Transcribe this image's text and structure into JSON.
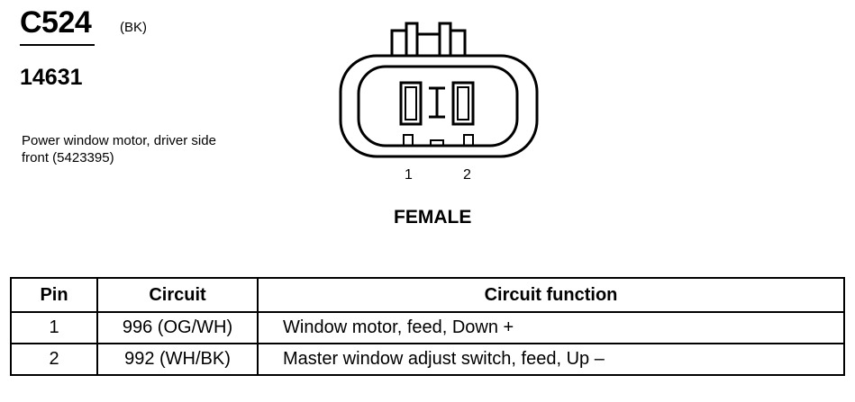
{
  "connector": {
    "id": "C524",
    "color_code": "(BK)",
    "part_number": "14631",
    "description": "Power window motor, driver side front (5423395)"
  },
  "diagram": {
    "pin_labels": [
      "1",
      "2"
    ],
    "gender": "FEMALE"
  },
  "table": {
    "headers": [
      "Pin",
      "Circuit",
      "Circuit function"
    ],
    "rows": [
      {
        "pin": "1",
        "circuit": "996 (OG/WH)",
        "function": "Window motor, feed, Down +"
      },
      {
        "pin": "2",
        "circuit": "992 (WH/BK)",
        "function": "Master window adjust switch, feed, Up –"
      }
    ]
  }
}
